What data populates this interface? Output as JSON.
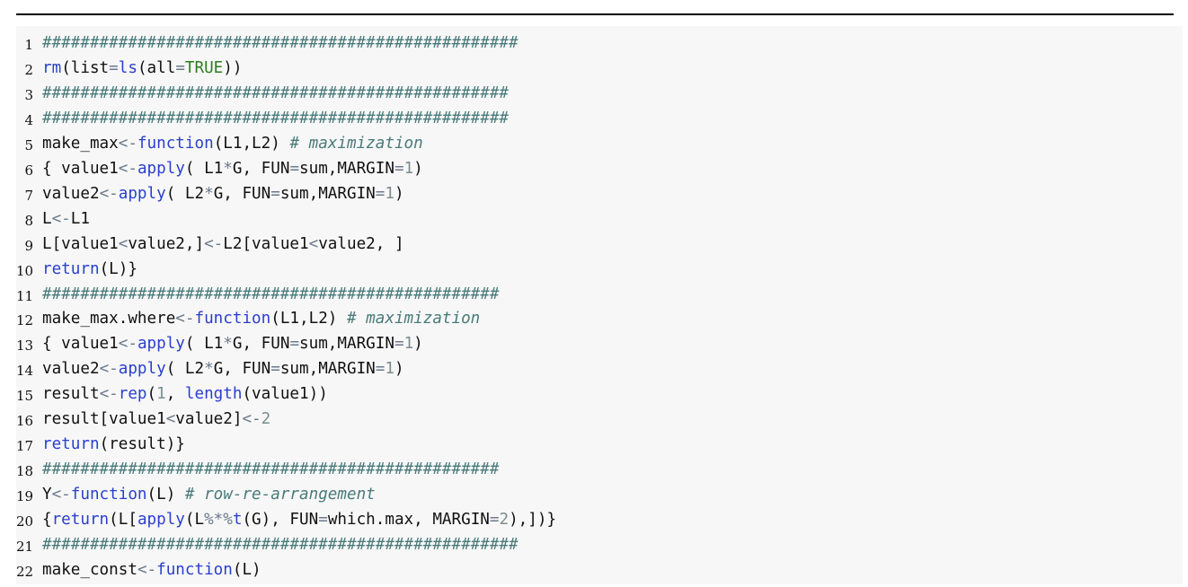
{
  "colors": {
    "keyword": "#2a3fcc",
    "operator": "#6b7a8c",
    "number": "#7d8d8d",
    "literal": "#2e7d1e",
    "comment": "#4a7a7a",
    "plain": "#111111",
    "background": "#f7f7f7"
  },
  "lines": [
    {
      "num": "1",
      "tokens": [
        [
          "hash",
          "##################################################"
        ]
      ]
    },
    {
      "num": "2",
      "tokens": [
        [
          "kw",
          "rm"
        ],
        [
          "plain",
          "(list"
        ],
        [
          "op",
          "="
        ],
        [
          "kw",
          "ls"
        ],
        [
          "plain",
          "(all"
        ],
        [
          "op",
          "="
        ],
        [
          "lit",
          "TRUE"
        ],
        [
          "plain",
          "))"
        ]
      ]
    },
    {
      "num": "3",
      "tokens": [
        [
          "hash",
          "#################################################"
        ]
      ]
    },
    {
      "num": "4",
      "tokens": [
        [
          "hash",
          "#################################################"
        ]
      ]
    },
    {
      "num": "5",
      "tokens": [
        [
          "plain",
          "make_max"
        ],
        [
          "op",
          "<-"
        ],
        [
          "kw",
          "function"
        ],
        [
          "plain",
          "(L1,L2) "
        ],
        [
          "cm",
          "# maximization"
        ]
      ]
    },
    {
      "num": "6",
      "tokens": [
        [
          "plain",
          "{ value1"
        ],
        [
          "op",
          "<-"
        ],
        [
          "kw",
          "apply"
        ],
        [
          "plain",
          "( L1"
        ],
        [
          "op",
          "*"
        ],
        [
          "plain",
          "G, FUN"
        ],
        [
          "op",
          "="
        ],
        [
          "plain",
          "sum,MARGIN"
        ],
        [
          "op",
          "="
        ],
        [
          "num",
          "1"
        ],
        [
          "plain",
          ")"
        ]
      ]
    },
    {
      "num": "7",
      "tokens": [
        [
          "plain",
          "value2"
        ],
        [
          "op",
          "<-"
        ],
        [
          "kw",
          "apply"
        ],
        [
          "plain",
          "( L2"
        ],
        [
          "op",
          "*"
        ],
        [
          "plain",
          "G, FUN"
        ],
        [
          "op",
          "="
        ],
        [
          "plain",
          "sum,MARGIN"
        ],
        [
          "op",
          "="
        ],
        [
          "num",
          "1"
        ],
        [
          "plain",
          ")"
        ]
      ]
    },
    {
      "num": "8",
      "tokens": [
        [
          "plain",
          "L"
        ],
        [
          "op",
          "<-"
        ],
        [
          "plain",
          "L1"
        ]
      ]
    },
    {
      "num": "9",
      "tokens": [
        [
          "plain",
          "L[value1"
        ],
        [
          "op",
          "<"
        ],
        [
          "plain",
          "value2,]"
        ],
        [
          "op",
          "<-"
        ],
        [
          "plain",
          "L2[value1"
        ],
        [
          "op",
          "<"
        ],
        [
          "plain",
          "value2, ]"
        ]
      ]
    },
    {
      "num": "10",
      "tokens": [
        [
          "kw",
          "return"
        ],
        [
          "plain",
          "(L)}"
        ]
      ]
    },
    {
      "num": "11",
      "tokens": [
        [
          "hash",
          "################################################"
        ]
      ]
    },
    {
      "num": "12",
      "tokens": [
        [
          "plain",
          "make_max.where"
        ],
        [
          "op",
          "<-"
        ],
        [
          "kw",
          "function"
        ],
        [
          "plain",
          "(L1,L2) "
        ],
        [
          "cm",
          "# maximization"
        ]
      ]
    },
    {
      "num": "13",
      "tokens": [
        [
          "plain",
          "{ value1"
        ],
        [
          "op",
          "<-"
        ],
        [
          "kw",
          "apply"
        ],
        [
          "plain",
          "( L1"
        ],
        [
          "op",
          "*"
        ],
        [
          "plain",
          "G, FUN"
        ],
        [
          "op",
          "="
        ],
        [
          "plain",
          "sum,MARGIN"
        ],
        [
          "op",
          "="
        ],
        [
          "num",
          "1"
        ],
        [
          "plain",
          ")"
        ]
      ]
    },
    {
      "num": "14",
      "tokens": [
        [
          "plain",
          "value2"
        ],
        [
          "op",
          "<-"
        ],
        [
          "kw",
          "apply"
        ],
        [
          "plain",
          "( L2"
        ],
        [
          "op",
          "*"
        ],
        [
          "plain",
          "G, FUN"
        ],
        [
          "op",
          "="
        ],
        [
          "plain",
          "sum,MARGIN"
        ],
        [
          "op",
          "="
        ],
        [
          "num",
          "1"
        ],
        [
          "plain",
          ")"
        ]
      ]
    },
    {
      "num": "15",
      "tokens": [
        [
          "plain",
          "result"
        ],
        [
          "op",
          "<-"
        ],
        [
          "kw",
          "rep"
        ],
        [
          "plain",
          "("
        ],
        [
          "num",
          "1"
        ],
        [
          "plain",
          ", "
        ],
        [
          "kw",
          "length"
        ],
        [
          "plain",
          "(value1))"
        ]
      ]
    },
    {
      "num": "16",
      "tokens": [
        [
          "plain",
          "result[value1"
        ],
        [
          "op",
          "<"
        ],
        [
          "plain",
          "value2]"
        ],
        [
          "op",
          "<-"
        ],
        [
          "num",
          "2"
        ]
      ]
    },
    {
      "num": "17",
      "tokens": [
        [
          "kw",
          "return"
        ],
        [
          "plain",
          "(result)}"
        ]
      ]
    },
    {
      "num": "18",
      "tokens": [
        [
          "hash",
          "################################################"
        ]
      ]
    },
    {
      "num": "19",
      "tokens": [
        [
          "plain",
          "Y"
        ],
        [
          "op",
          "<-"
        ],
        [
          "kw",
          "function"
        ],
        [
          "plain",
          "(L) "
        ],
        [
          "cm",
          "# row-re-arrangement"
        ]
      ]
    },
    {
      "num": "20",
      "tokens": [
        [
          "plain",
          "{"
        ],
        [
          "kw",
          "return"
        ],
        [
          "plain",
          "(L["
        ],
        [
          "kw",
          "apply"
        ],
        [
          "plain",
          "(L"
        ],
        [
          "op",
          "%*%"
        ],
        [
          "kw",
          "t"
        ],
        [
          "plain",
          "(G), FUN"
        ],
        [
          "op",
          "="
        ],
        [
          "plain",
          "which.max, MARGIN"
        ],
        [
          "op",
          "="
        ],
        [
          "num",
          "2"
        ],
        [
          "plain",
          "),])}"
        ]
      ]
    },
    {
      "num": "21",
      "tokens": [
        [
          "hash",
          "##################################################"
        ]
      ]
    },
    {
      "num": "22",
      "tokens": [
        [
          "plain",
          "make_const"
        ],
        [
          "op",
          "<-"
        ],
        [
          "kw",
          "function"
        ],
        [
          "plain",
          "(L)"
        ]
      ]
    }
  ]
}
